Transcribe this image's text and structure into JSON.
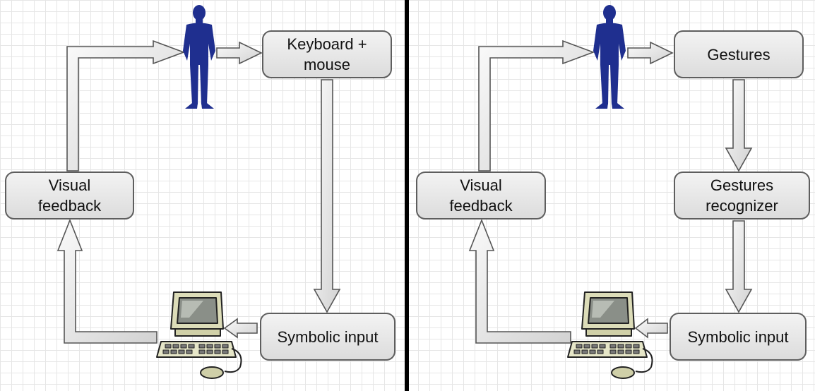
{
  "panels": [
    {
      "nodes": {
        "input_device": "Keyboard +\nmouse",
        "visual_feedback": "Visual\nfeedback",
        "symbolic_input": "Symbolic input"
      }
    },
    {
      "nodes": {
        "input_device": "Gestures",
        "recognizer": "Gestures\nrecognizer",
        "visual_feedback": "Visual\nfeedback",
        "symbolic_input": "Symbolic input"
      }
    }
  ],
  "colors": {
    "person": "#1f2f8f",
    "node_border": "#5e5e5e",
    "divider": "#000000"
  }
}
